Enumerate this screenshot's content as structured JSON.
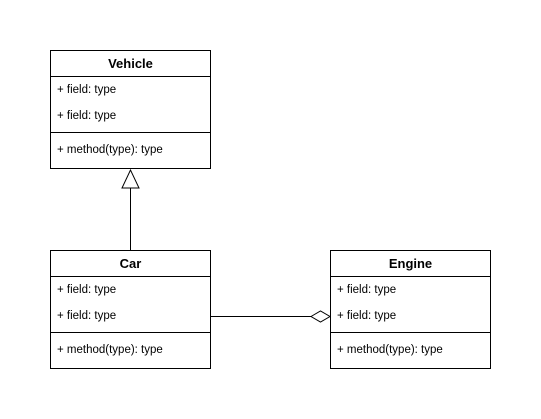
{
  "classes": [
    {
      "id": "vehicle",
      "name": "Vehicle",
      "attributes": [
        "+ field: type",
        "+ field: type"
      ],
      "methods": [
        "+ method(type): type"
      ]
    },
    {
      "id": "car",
      "name": "Car",
      "attributes": [
        "+ field: type",
        "+ field: type"
      ],
      "methods": [
        "+ method(type): type"
      ]
    },
    {
      "id": "engine",
      "name": "Engine",
      "attributes": [
        "+ field: type",
        "+ field: type"
      ],
      "methods": [
        "+ method(type): type"
      ]
    }
  ],
  "relationships": [
    {
      "type": "generalization",
      "from": "Car",
      "to": "Vehicle"
    },
    {
      "type": "aggregation",
      "from": "Car",
      "to": "Engine"
    }
  ],
  "colors": {
    "line": "#000000",
    "fill": "#ffffff"
  }
}
